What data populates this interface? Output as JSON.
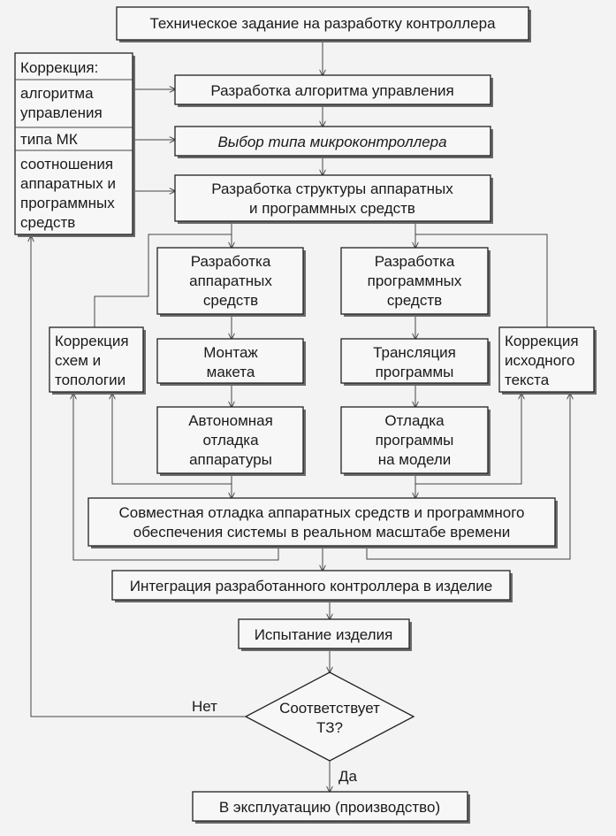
{
  "colors": {
    "background": "#f3f3f3",
    "box": "#f7f7f7",
    "line": "#444444"
  },
  "nodes": {
    "spec": "Техническое задание на разработку контроллера",
    "correction": {
      "title": "Коррекция:",
      "items": [
        [
          "алгоритма",
          "управления"
        ],
        [
          "типа МК"
        ],
        [
          "соотношения",
          "аппаратных и",
          "программных",
          "средств"
        ]
      ]
    },
    "algorithm": "Разработка алгоритма управления",
    "mcu_choice": "Выбор типа микроконтроллера",
    "structure": [
      "Разработка структуры аппаратных",
      "и программных средств"
    ],
    "hw_dev": [
      "Разработка",
      "аппаратных",
      "средств"
    ],
    "sw_dev": [
      "Разработка",
      "программных",
      "средств"
    ],
    "hw_corr": [
      "Коррекция",
      "схем и",
      "топологии"
    ],
    "sw_corr": [
      "Коррекция",
      "исходного",
      "текста"
    ],
    "mockup": [
      "Монтаж",
      "макета"
    ],
    "translate": [
      "Трансляция",
      "программы"
    ],
    "hw_debug": [
      "Автономная",
      "отладка",
      "аппаратуры"
    ],
    "sw_debug": [
      "Отладка",
      "программы",
      "на модели"
    ],
    "joint_debug": [
      "Совместная отладка аппаратных средств и программного",
      "обеспечения системы в реальном масштабе времени"
    ],
    "integration": "Интеграция разработанного контроллера в изделие",
    "testing": "Испытание изделия",
    "decision": [
      "Соответствует",
      "ТЗ?"
    ],
    "no_label": "Нет",
    "yes_label": "Да",
    "production": "В эксплуатацию (производство)"
  }
}
